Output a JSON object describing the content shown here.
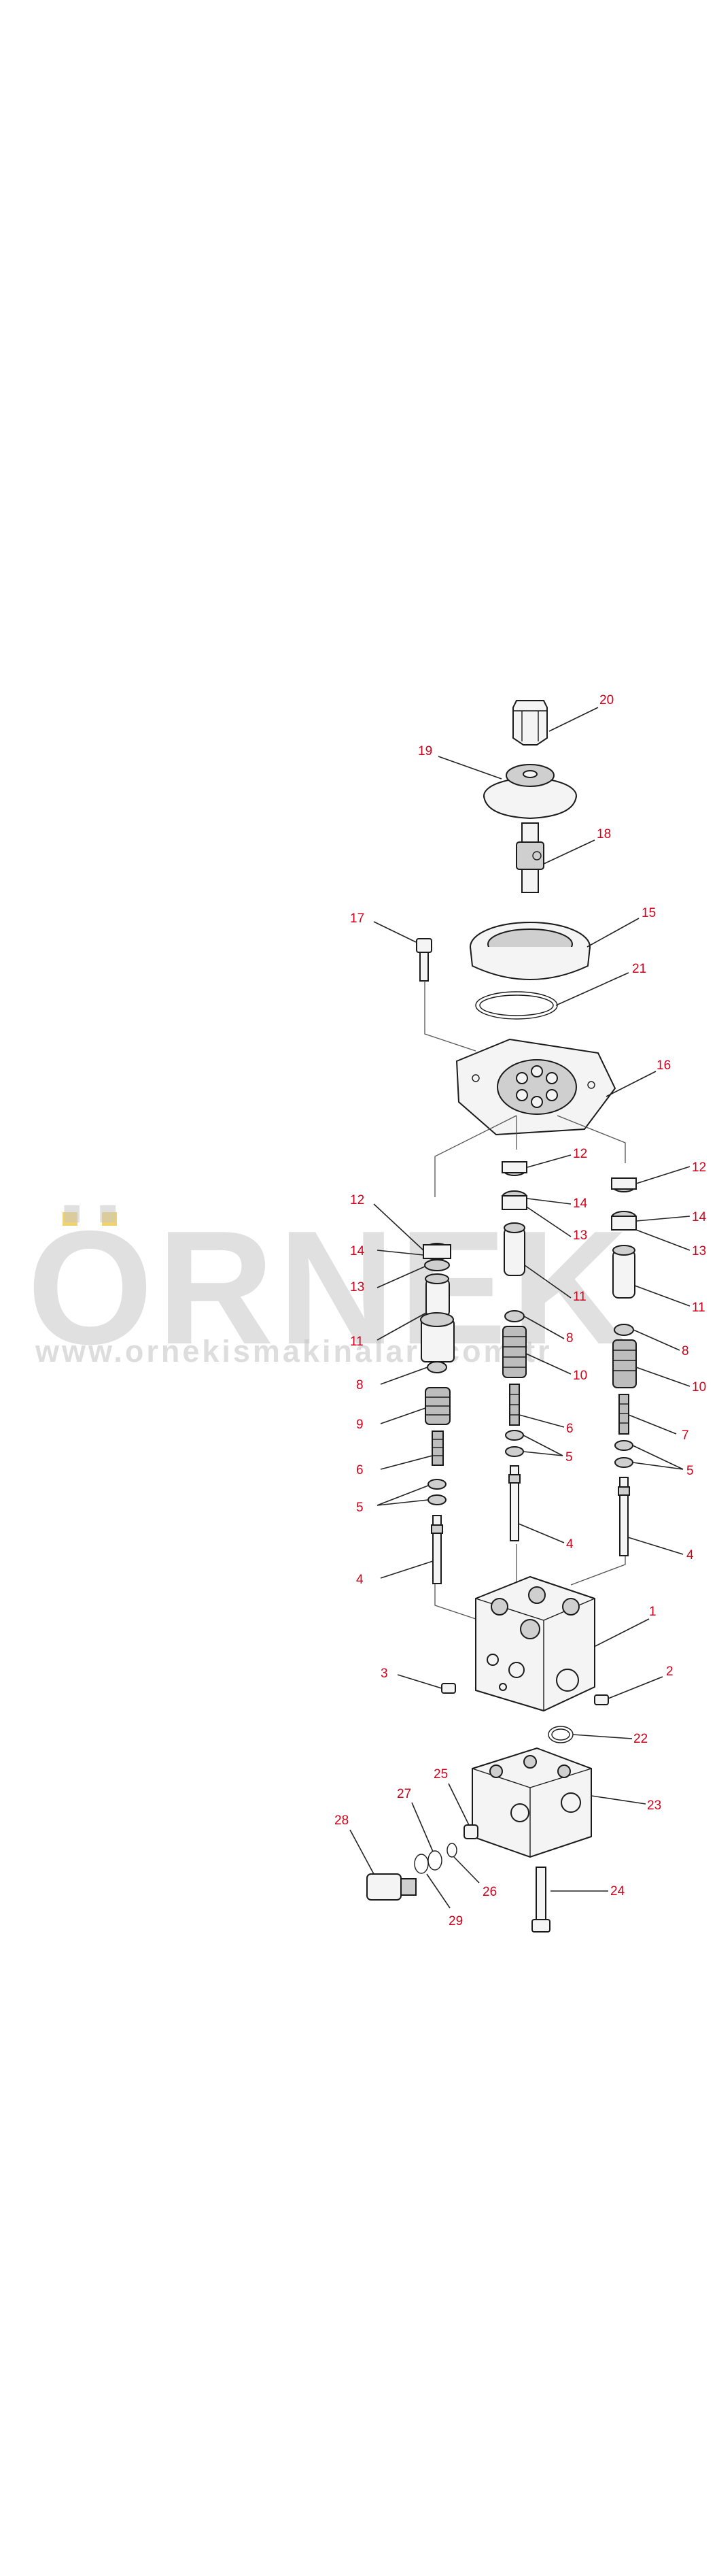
{
  "watermark": {
    "brand": "ÖRNEK",
    "url": "www.ornekismakinalari.com.tr",
    "accent_color": "#f2d36b",
    "text_color": "#c7c7c7"
  },
  "callout_color": "#d0021b",
  "callouts": [
    {
      "id": "c20",
      "label": "20"
    },
    {
      "id": "c19",
      "label": "19"
    },
    {
      "id": "c18",
      "label": "18"
    },
    {
      "id": "c17",
      "label": "17"
    },
    {
      "id": "c15",
      "label": "15"
    },
    {
      "id": "c21",
      "label": "21"
    },
    {
      "id": "c16",
      "label": "16"
    },
    {
      "id": "c12a",
      "label": "12"
    },
    {
      "id": "c12b",
      "label": "12"
    },
    {
      "id": "c12c",
      "label": "12"
    },
    {
      "id": "c14a",
      "label": "14"
    },
    {
      "id": "c14b",
      "label": "14"
    },
    {
      "id": "c14c",
      "label": "14"
    },
    {
      "id": "c13a",
      "label": "13"
    },
    {
      "id": "c13b",
      "label": "13"
    },
    {
      "id": "c13c",
      "label": "13"
    },
    {
      "id": "c11a",
      "label": "11"
    },
    {
      "id": "c11b",
      "label": "11"
    },
    {
      "id": "c11c",
      "label": "11"
    },
    {
      "id": "c8a",
      "label": "8"
    },
    {
      "id": "c8b",
      "label": "8"
    },
    {
      "id": "c8c",
      "label": "8"
    },
    {
      "id": "c10a",
      "label": "10"
    },
    {
      "id": "c10b",
      "label": "10"
    },
    {
      "id": "c9",
      "label": "9"
    },
    {
      "id": "c7",
      "label": "7"
    },
    {
      "id": "c6a",
      "label": "6"
    },
    {
      "id": "c6b",
      "label": "6"
    },
    {
      "id": "c5a",
      "label": "5"
    },
    {
      "id": "c5b",
      "label": "5"
    },
    {
      "id": "c5c",
      "label": "5"
    },
    {
      "id": "c4a",
      "label": "4"
    },
    {
      "id": "c4b",
      "label": "4"
    },
    {
      "id": "c4c",
      "label": "4"
    },
    {
      "id": "c1",
      "label": "1"
    },
    {
      "id": "c3",
      "label": "3"
    },
    {
      "id": "c2",
      "label": "2"
    },
    {
      "id": "c22",
      "label": "22"
    },
    {
      "id": "c23",
      "label": "23"
    },
    {
      "id": "c25",
      "label": "25"
    },
    {
      "id": "c27",
      "label": "27"
    },
    {
      "id": "c28",
      "label": "28"
    },
    {
      "id": "c26",
      "label": "26"
    },
    {
      "id": "c29",
      "label": "29"
    },
    {
      "id": "c24",
      "label": "24"
    }
  ]
}
